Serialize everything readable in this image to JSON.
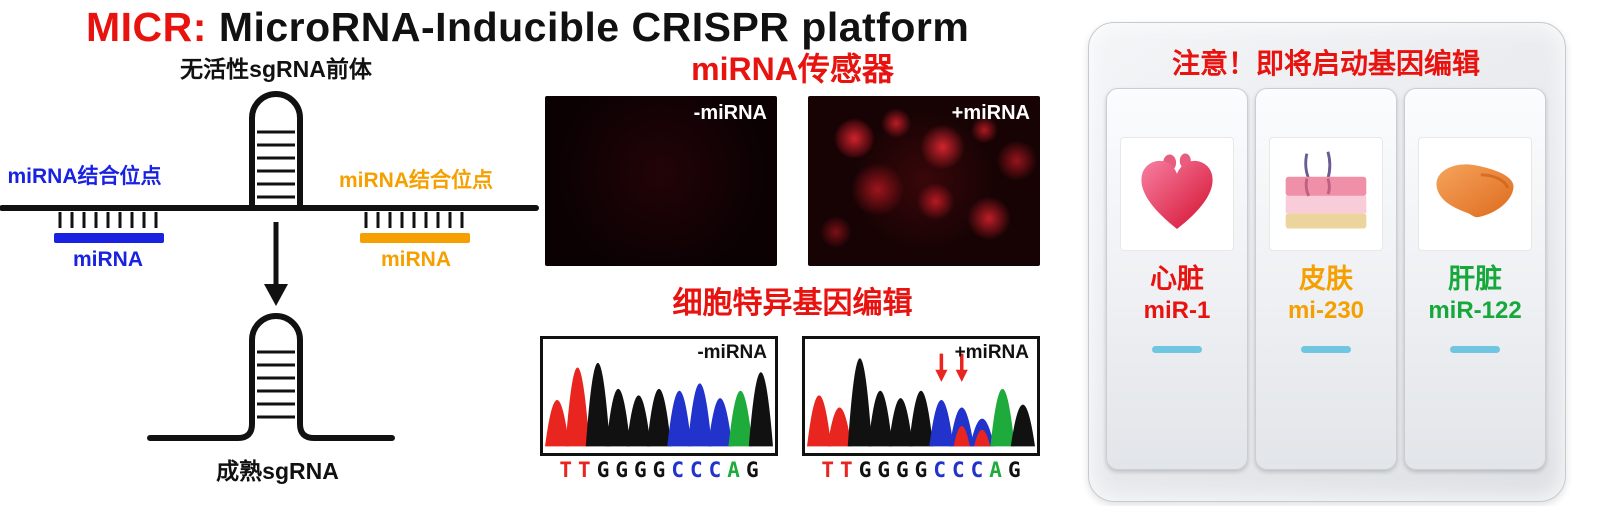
{
  "colors": {
    "red": "#e8120f",
    "blue": "#1822e0",
    "orange": "#f5a000",
    "green": "#17a83b",
    "black": "#111111",
    "switch_indicator": "#6ec6e0"
  },
  "title": {
    "highlight": "MICR:",
    "rest": " MicroRNA-Inducible CRISPR platform"
  },
  "pathway": {
    "precursor_label": "无活性sgRNA前体",
    "left_binding_label": "miRNA结合位点",
    "right_binding_label": "miRNA结合位点",
    "left_mirna_label": "miRNA",
    "right_mirna_label": "miRNA",
    "mature_label": "成熟sgRNA"
  },
  "sensor": {
    "title": "miRNA传感器",
    "panels": [
      {
        "label": "-miRNA"
      },
      {
        "label": "+miRNA"
      }
    ]
  },
  "editing": {
    "title": "细胞特异基因编辑",
    "chromatograms": [
      {
        "label": "-miRNA",
        "peaks": [
          {
            "c": "#e8251f",
            "h": 0.5
          },
          {
            "c": "#e8251f",
            "h": 0.85
          },
          {
            "c": "#111111",
            "h": 0.9
          },
          {
            "c": "#111111",
            "h": 0.62
          },
          {
            "c": "#111111",
            "h": 0.55
          },
          {
            "c": "#111111",
            "h": 0.62
          },
          {
            "c": "#2233cc",
            "h": 0.6
          },
          {
            "c": "#2233cc",
            "h": 0.68
          },
          {
            "c": "#2233cc",
            "h": 0.52
          },
          {
            "c": "#1faa3c",
            "h": 0.6
          },
          {
            "c": "#111111",
            "h": 0.8
          }
        ],
        "arrows": [],
        "extra_peaks": [],
        "sequence": [
          {
            "ch": "T",
            "c": "#e8251f"
          },
          {
            "ch": "T",
            "c": "#e8251f"
          },
          {
            "ch": "G",
            "c": "#111111"
          },
          {
            "ch": "G",
            "c": "#111111"
          },
          {
            "ch": "G",
            "c": "#111111"
          },
          {
            "ch": "G",
            "c": "#111111"
          },
          {
            "ch": "C",
            "c": "#2233cc"
          },
          {
            "ch": "C",
            "c": "#2233cc"
          },
          {
            "ch": "C",
            "c": "#2233cc"
          },
          {
            "ch": "A",
            "c": "#1faa3c"
          },
          {
            "ch": "G",
            "c": "#111111"
          }
        ]
      },
      {
        "label": "+miRNA",
        "peaks": [
          {
            "c": "#e8251f",
            "h": 0.55
          },
          {
            "c": "#e8251f",
            "h": 0.42
          },
          {
            "c": "#111111",
            "h": 0.95
          },
          {
            "c": "#111111",
            "h": 0.6
          },
          {
            "c": "#111111",
            "h": 0.52
          },
          {
            "c": "#111111",
            "h": 0.6
          },
          {
            "c": "#2233cc",
            "h": 0.5
          },
          {
            "c": "#2233cc",
            "h": 0.42
          },
          {
            "c": "#2233cc",
            "h": 0.3
          },
          {
            "c": "#1faa3c",
            "h": 0.62
          },
          {
            "c": "#111111",
            "h": 0.45
          }
        ],
        "arrows": [
          6,
          7
        ],
        "extra_peaks": [
          {
            "i": 7,
            "c": "#e8251f",
            "h": 0.22
          },
          {
            "i": 8,
            "c": "#e8251f",
            "h": 0.18
          }
        ],
        "sequence": [
          {
            "ch": "T",
            "c": "#e8251f"
          },
          {
            "ch": "T",
            "c": "#e8251f"
          },
          {
            "ch": "G",
            "c": "#111111"
          },
          {
            "ch": "G",
            "c": "#111111"
          },
          {
            "ch": "G",
            "c": "#111111"
          },
          {
            "ch": "G",
            "c": "#111111"
          },
          {
            "ch": "C",
            "c": "#2233cc"
          },
          {
            "ch": "C",
            "c": "#2233cc"
          },
          {
            "ch": "C",
            "c": "#2233cc"
          },
          {
            "ch": "A",
            "c": "#1faa3c"
          },
          {
            "ch": "G",
            "c": "#111111"
          }
        ]
      }
    ]
  },
  "switch_panel": {
    "warning": "注意！即将启动基因编辑",
    "switches": [
      {
        "organ": "心脏",
        "mirna": "miR-1",
        "color": "#e8120f",
        "icon": "heart-icon"
      },
      {
        "organ": "皮肤",
        "mirna": "mi-230",
        "color": "#f5a000",
        "icon": "skin-icon"
      },
      {
        "organ": "肝脏",
        "mirna": "miR-122",
        "color": "#17a83b",
        "icon": "liver-icon"
      }
    ]
  }
}
